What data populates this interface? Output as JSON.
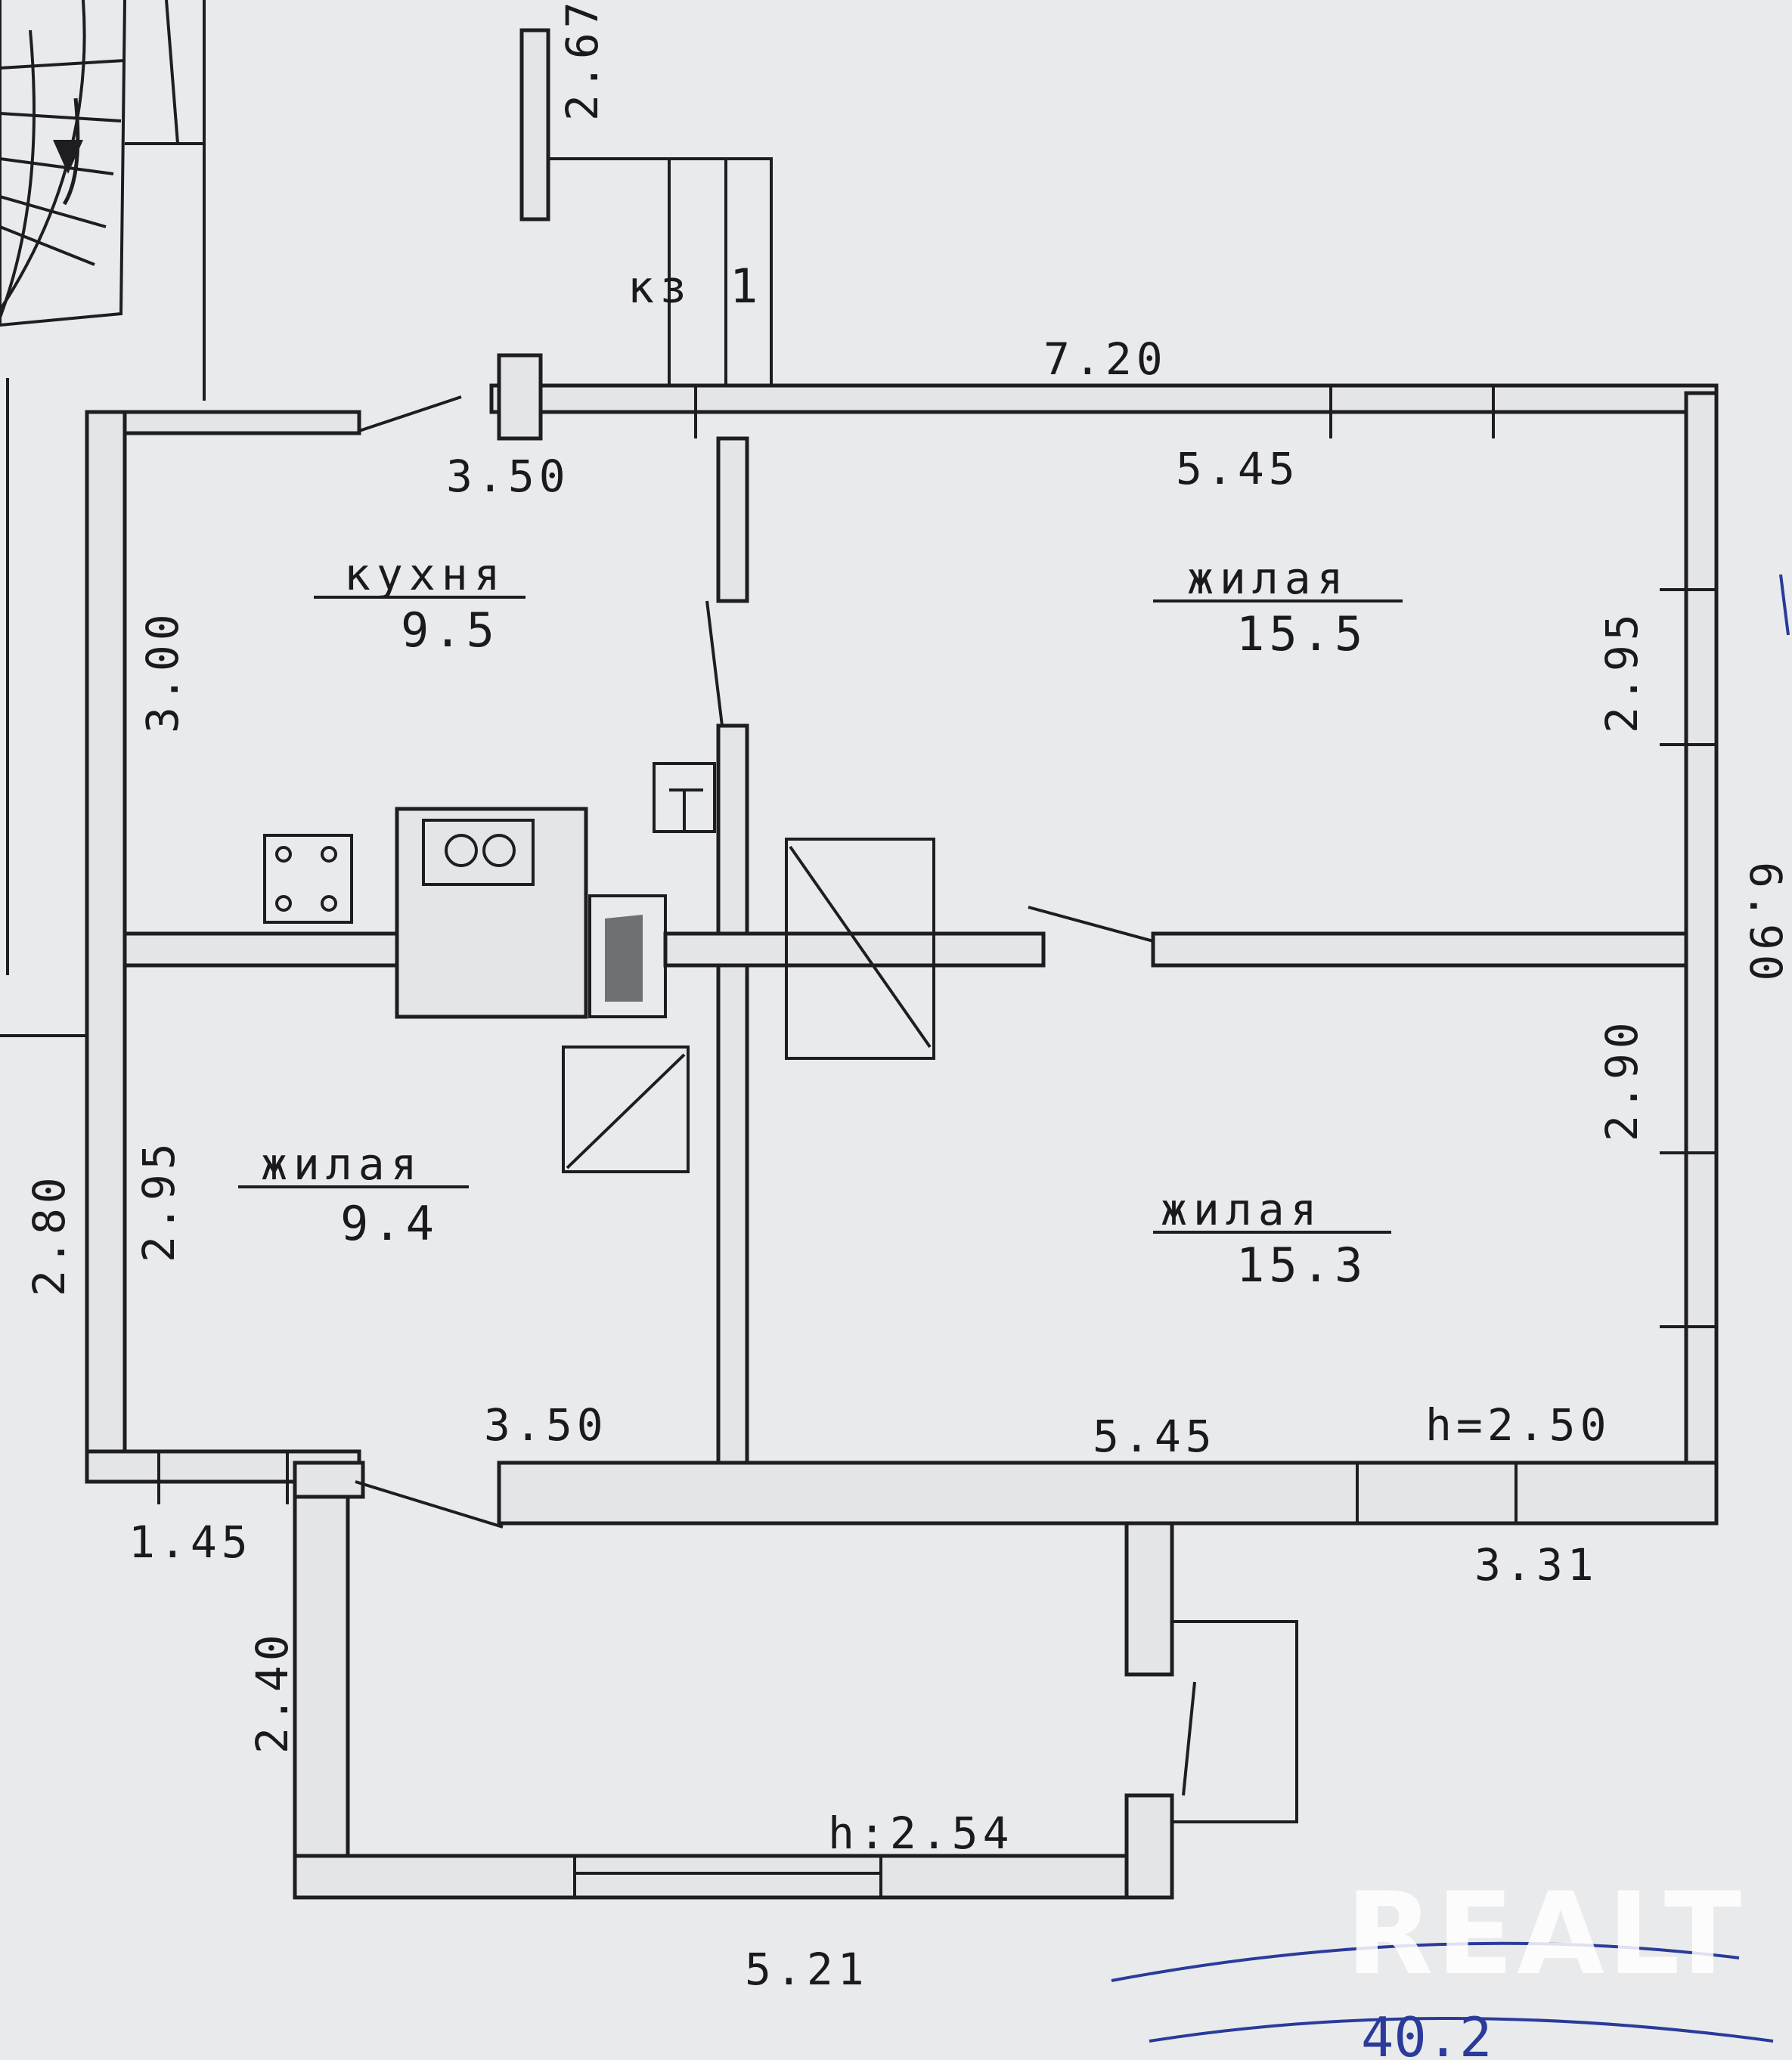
{
  "plan": {
    "dimensions": {
      "top_total": "7.20",
      "kitchen_top": "3.50",
      "living_ne_top": "5.45",
      "stair_right": "2.67",
      "kitchen_left": "3.00",
      "living_ne_right": "2.95",
      "total_right": "6.90",
      "living_se_right": "2.90",
      "living_w_left": "2.95",
      "outer_left": "2.80",
      "living_w_bottom": "3.50",
      "living_se_bottom": "5.45",
      "height_main": "h=2.50",
      "entry_left_top": "1.45",
      "porch_right": "3.31",
      "porch_left": "2.40",
      "height_porch": "h:2.54",
      "porch_bottom": "5.21"
    },
    "rooms": {
      "kitchen": {
        "name": "кухня",
        "area": "9.5"
      },
      "living_ne": {
        "name": "жилая",
        "area": "15.5"
      },
      "living_w": {
        "name": "жилая",
        "area": "9.4"
      },
      "living_se": {
        "name": "жилая",
        "area": "15.3"
      }
    },
    "closet_label": "кз",
    "closet_number": "1",
    "handwritten_total": "40.2",
    "watermark": "REALT"
  }
}
